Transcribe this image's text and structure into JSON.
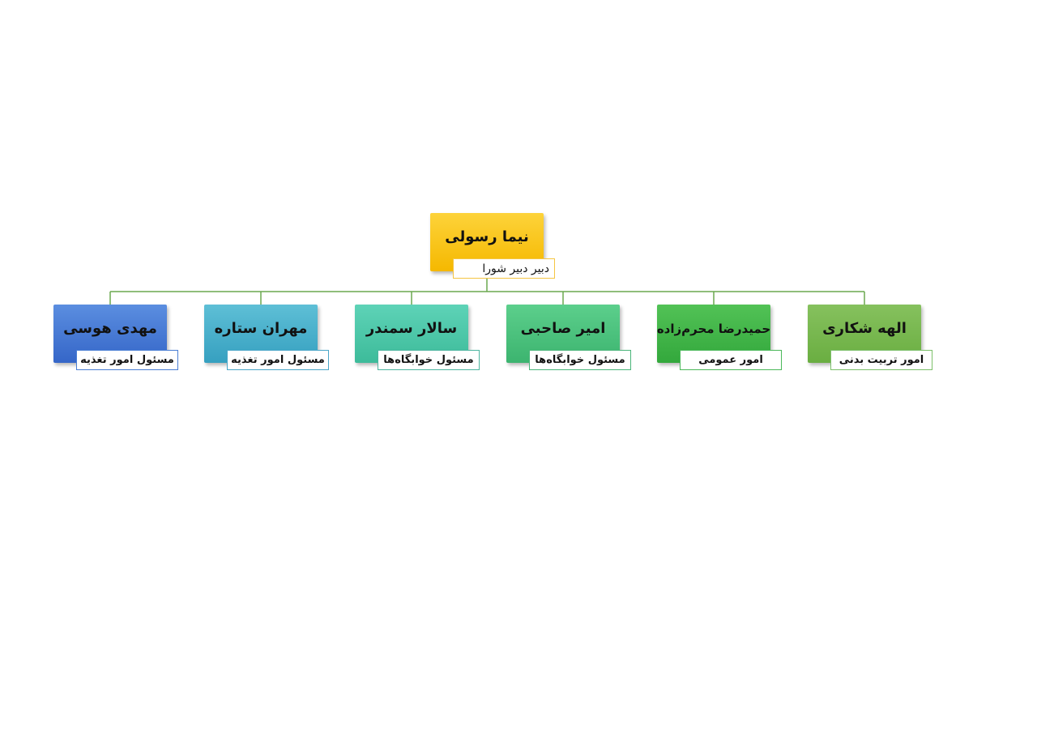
{
  "root": {
    "name": "نیما رسولی",
    "title": "دبیر دبیر شورا",
    "color_top": "#fdd33a",
    "color_bottom": "#f5b800",
    "border": "#f5c542"
  },
  "members": [
    {
      "name": "الهه شکاری",
      "title": "امور تربیت بدنی",
      "color_top": "#86c15e",
      "color_bottom": "#6aae41",
      "border": "#7cc06a"
    },
    {
      "name": "حمیدرضا محرم‌زاده",
      "title": "امور عمومی",
      "color_top": "#52c256",
      "color_bottom": "#33a83c",
      "border": "#4bb85a"
    },
    {
      "name": "امیر صاحبی",
      "title": "مسئول خوابگاه‌ها",
      "color_top": "#5ccf8c",
      "color_bottom": "#3cb46f",
      "border": "#4ab57a"
    },
    {
      "name": "سالار سمندر",
      "title": "مسئول خوابگاه‌ها",
      "color_top": "#5ed3b7",
      "color_bottom": "#3dbb9a",
      "border": "#4db5a0"
    },
    {
      "name": "مهران ستاره",
      "title": "مسئول امور تغذیه",
      "color_top": "#5ebfd6",
      "color_bottom": "#36a0c0",
      "border": "#4aa6c8"
    },
    {
      "name": "مهدی هوسی",
      "title": "مسئول امور تغذیه",
      "color_top": "#5b8ee0",
      "color_bottom": "#3566c8",
      "border": "#4a7ed4"
    }
  ],
  "colors": {
    "connector": "#6aa84f"
  }
}
